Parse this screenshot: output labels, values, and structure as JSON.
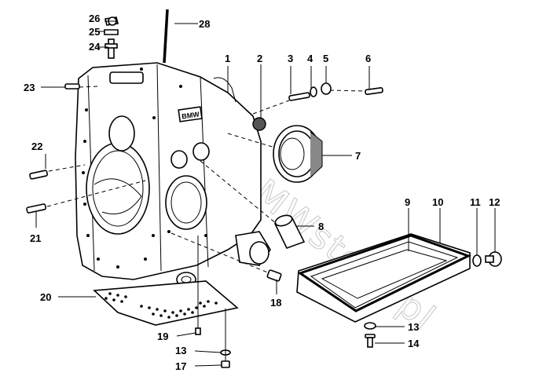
{
  "watermark": "www.BMWstore.pl",
  "housing_logo": "BMW",
  "callouts": [
    {
      "id": "c1",
      "text": "1"
    },
    {
      "id": "c2",
      "text": "2"
    },
    {
      "id": "c3",
      "text": "3"
    },
    {
      "id": "c4",
      "text": "4"
    },
    {
      "id": "c5",
      "text": "5"
    },
    {
      "id": "c6",
      "text": "6"
    },
    {
      "id": "c7",
      "text": "7"
    },
    {
      "id": "c8",
      "text": "8"
    },
    {
      "id": "c9",
      "text": "9"
    },
    {
      "id": "c10",
      "text": "10"
    },
    {
      "id": "c11",
      "text": "11"
    },
    {
      "id": "c12",
      "text": "12"
    },
    {
      "id": "c13a",
      "text": "13"
    },
    {
      "id": "c13b",
      "text": "13"
    },
    {
      "id": "c14",
      "text": "14"
    },
    {
      "id": "c17",
      "text": "17"
    },
    {
      "id": "c18",
      "text": "18"
    },
    {
      "id": "c19",
      "text": "19"
    },
    {
      "id": "c20",
      "text": "20"
    },
    {
      "id": "c21",
      "text": "21"
    },
    {
      "id": "c22",
      "text": "22"
    },
    {
      "id": "c23",
      "text": "23"
    },
    {
      "id": "c24",
      "text": "24"
    },
    {
      "id": "c25",
      "text": "25"
    },
    {
      "id": "c26",
      "text": "26"
    },
    {
      "id": "c28",
      "text": "28"
    }
  ]
}
